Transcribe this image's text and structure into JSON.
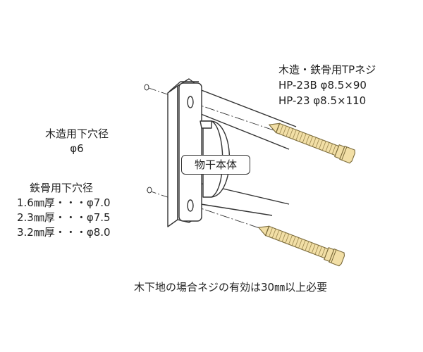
{
  "screw_spec": {
    "title": "木造・鉄骨用TPネジ",
    "lines": [
      "HP-23B φ8.5×90",
      "HP-23 φ8.5×110"
    ]
  },
  "wood_hole": {
    "title": "木造用下穴径",
    "value": "φ6"
  },
  "steel_hole": {
    "title": "鉄骨用下穴径",
    "rows": [
      "1.6㎜厚・・・φ7.0",
      "2.3㎜厚・・・φ7.5",
      "3.2㎜厚・・・φ8.0"
    ]
  },
  "body_label": "物干本体",
  "note": "木下地の場合ネジの有効は30㎜以上必要",
  "colors": {
    "screw_fill": "#f2dfa6",
    "screw_stroke": "#7a6a3a",
    "line": "#333333"
  }
}
